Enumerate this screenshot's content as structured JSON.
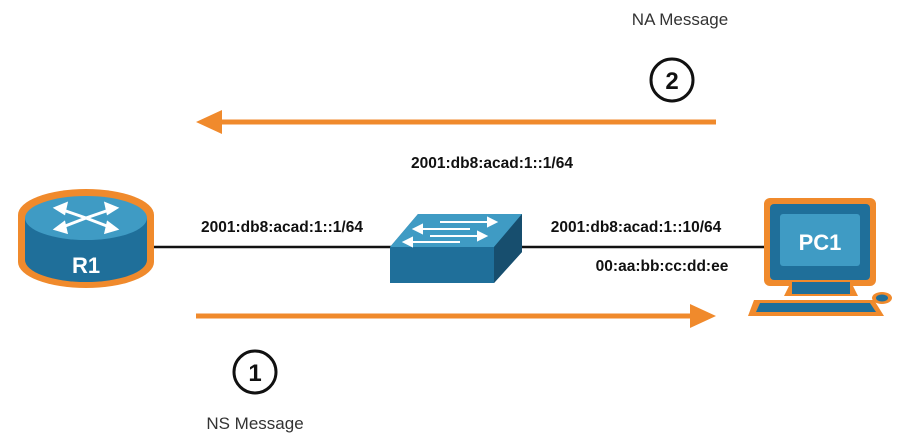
{
  "messages": {
    "na_label": "NA Message",
    "na_step": "2",
    "ns_label": "NS Message",
    "ns_step": "1"
  },
  "addresses": {
    "target": "2001:db8:acad:1::1/64",
    "router_link": "2001:db8:acad:1::1/64",
    "pc_link": "2001:db8:acad:1::10/64",
    "pc_mac": "00:aa:bb:cc:dd:ee"
  },
  "devices": {
    "router": "R1",
    "pc": "PC1"
  },
  "colors": {
    "arrow": "#f08a2c",
    "device_blue": "#1f6f9a",
    "device_light": "#3f9bc4",
    "outline_orange": "#f08a2c"
  }
}
